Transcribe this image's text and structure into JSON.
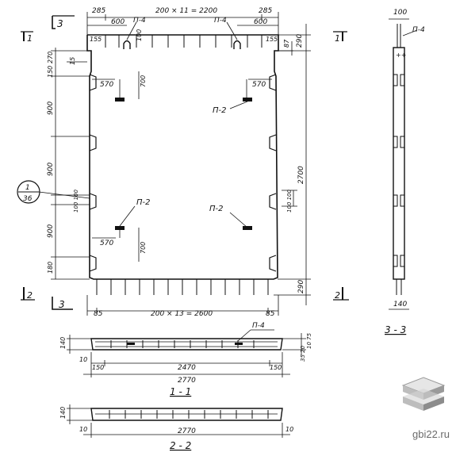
{
  "colors": {
    "line": "#111111",
    "watermark_text": "#6b6b6b",
    "logo_light": "#d9d9d9",
    "logo_dark": "#8c8c8c"
  },
  "plan": {
    "top_left": "285",
    "top_mid": "200 × 11 = 2200",
    "top_right": "285",
    "top_600_left": "600",
    "top_600_right": "600",
    "dim_155_left": "155",
    "dim_155_right": "155",
    "dim_100": "100",
    "dim_87": "87",
    "dim_290_top": "290",
    "dim_270": "270",
    "dim_150": "150",
    "dim_15": "15",
    "dim_900_a": "900",
    "dim_900_b": "900",
    "dim_900_c": "900",
    "dim_100x100": "100 100",
    "dim_180": "180",
    "dim_2700": "2700",
    "dim_290_bot": "290",
    "dim_570_tl": "570",
    "dim_570_tr": "570",
    "dim_570_bl": "570",
    "dim_700_top": "700",
    "dim_700_bot": "700",
    "bot_left": "85",
    "bot_mid": "200 × 13 = 2600",
    "bot_right": "85",
    "p4_left": "П-4",
    "p4_right": "П-4",
    "p2_a": "П-2",
    "p2_b": "П-2",
    "p2_c": "П-2"
  },
  "section_marks": {
    "m1_num": "1",
    "m1_num_right": "1",
    "m2_num": "2",
    "m2_num_right": "2",
    "m3_num": "3",
    "m3_num_bot": "3",
    "callout_top": "1",
    "callout_bottom": "36"
  },
  "side": {
    "dim_100": "100",
    "p4": "П-4",
    "dim_140": "140",
    "title": "3 - 3"
  },
  "section_1_1": {
    "dim_140": "140",
    "dim_10": "10",
    "dim_150_l": "150",
    "dim_150_r": "150",
    "dim_2470": "2470",
    "dim_2770": "2770",
    "dim_right": "10 75",
    "dim_right2": "35 20",
    "p4": "П-4",
    "title": "1 - 1"
  },
  "section_2_2": {
    "dim_140": "140",
    "dim_10_l": "10",
    "dim_10_r": "10",
    "dim_2770": "2770",
    "title": "2 - 2"
  },
  "watermark": {
    "text": "gbi22.ru"
  }
}
